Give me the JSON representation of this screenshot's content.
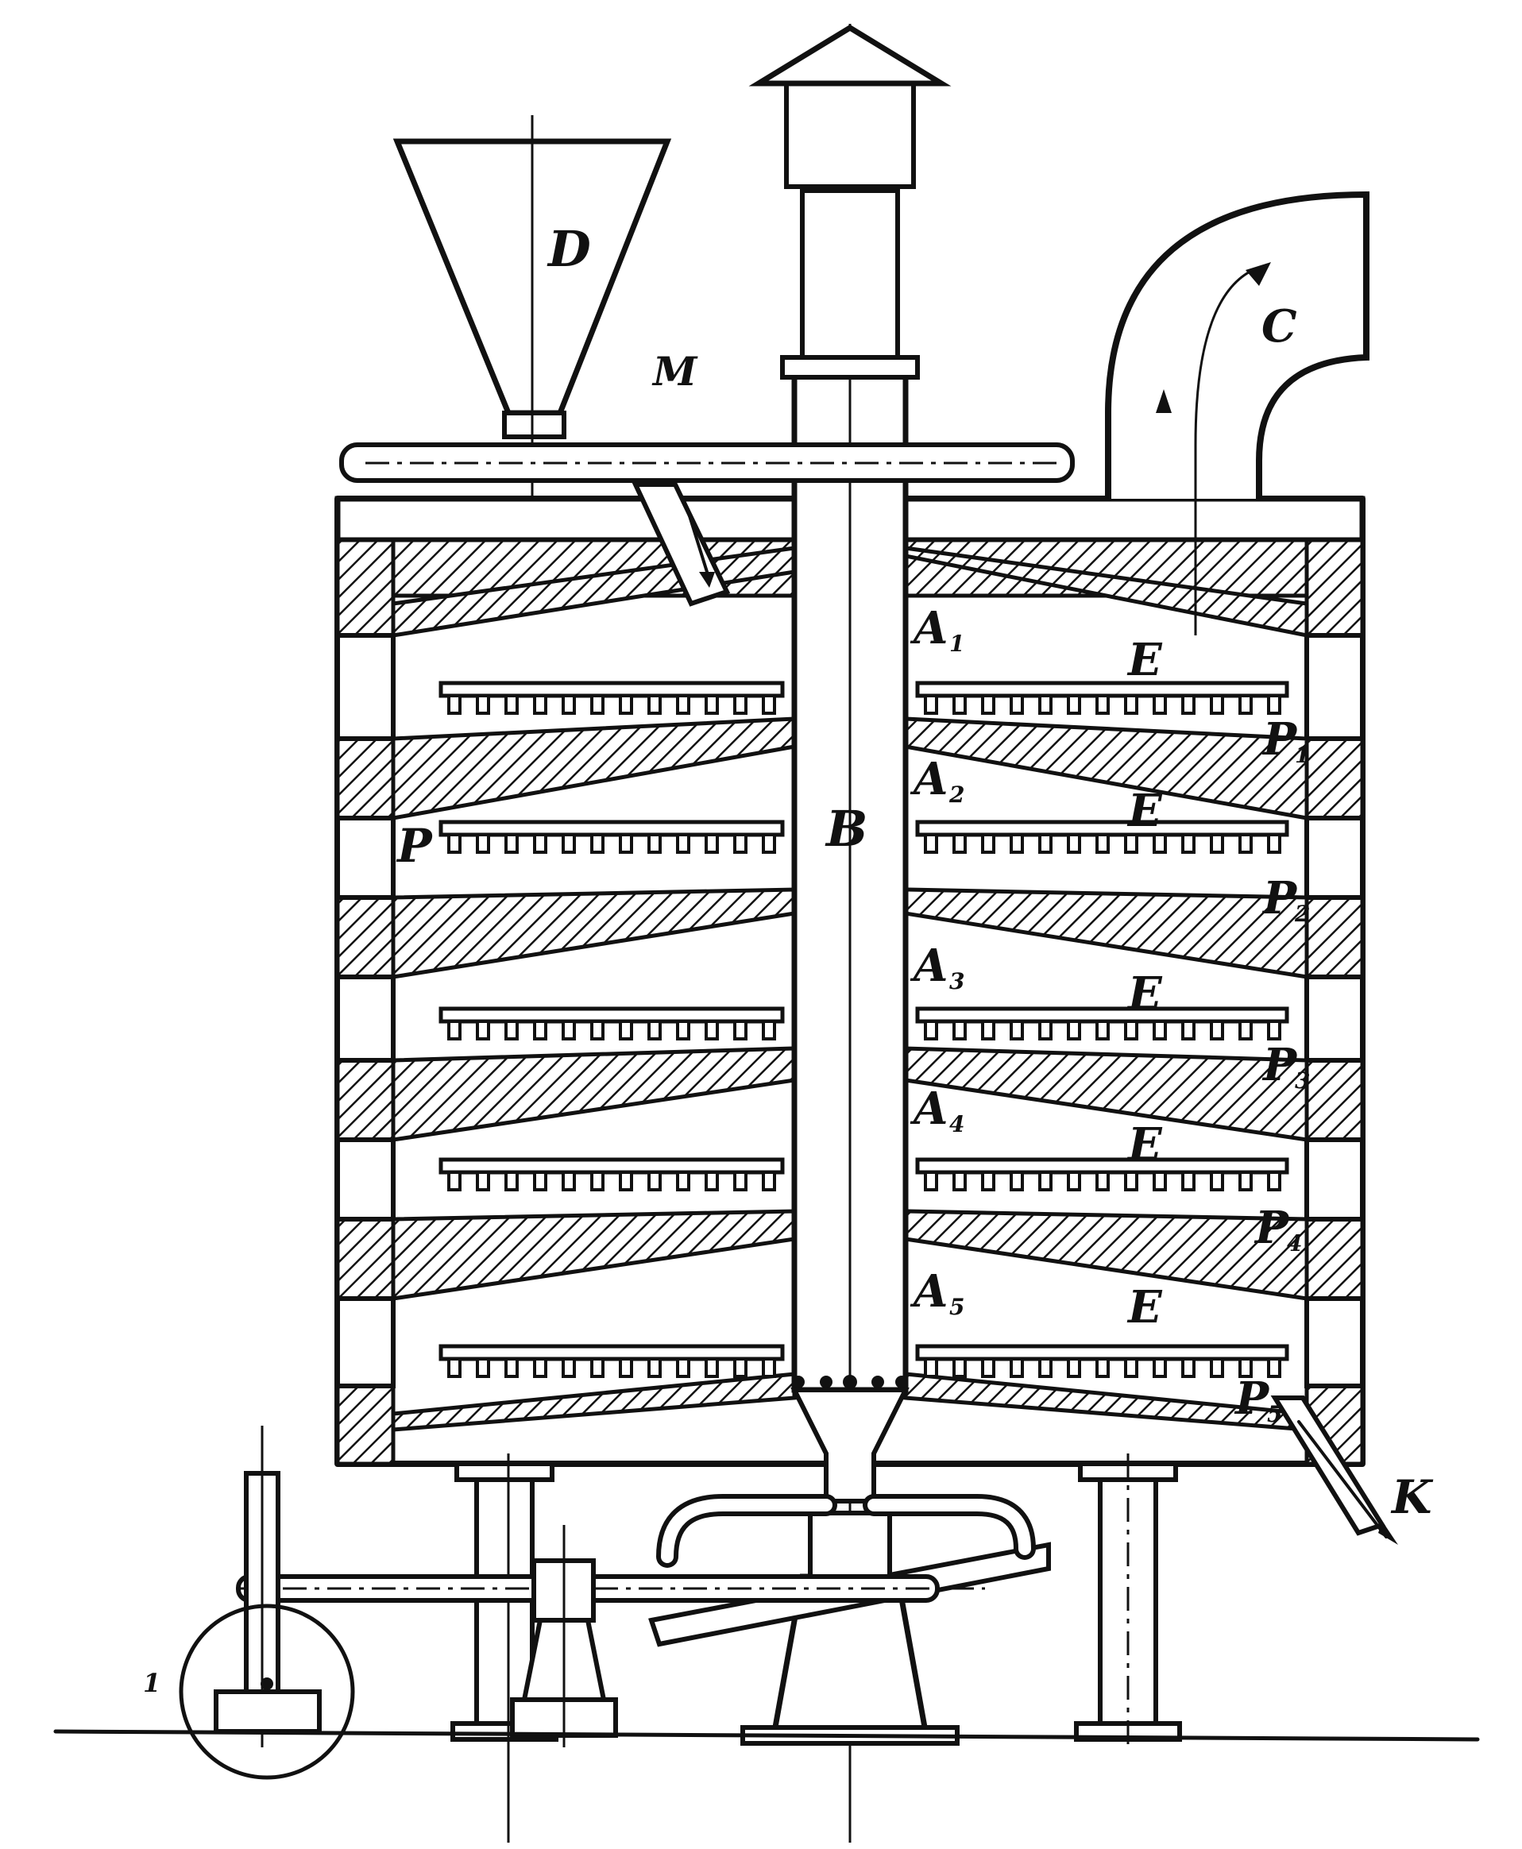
{
  "labels": {
    "D": "D",
    "M": "M",
    "C": "C",
    "B": "B",
    "P": "P",
    "K": "K",
    "A1": "A",
    "A1_sub": "1",
    "A2": "A",
    "A2_sub": "2",
    "A3": "A",
    "A3_sub": "3",
    "A4": "A",
    "A4_sub": "4",
    "A5": "A",
    "A5_sub": "5",
    "E1": "E",
    "E2": "E",
    "E3": "E",
    "E4": "E",
    "E5": "E",
    "P1": "P",
    "P1_sub": "1",
    "P2": "P",
    "P2_sub": "2",
    "P3": "P",
    "P3_sub": "3",
    "P4": "P",
    "P4_sub": "4",
    "P5": "P",
    "P5_sub": "5",
    "stray": "1"
  },
  "colors": {
    "ink": "#111111",
    "paper": "#ffffff"
  }
}
